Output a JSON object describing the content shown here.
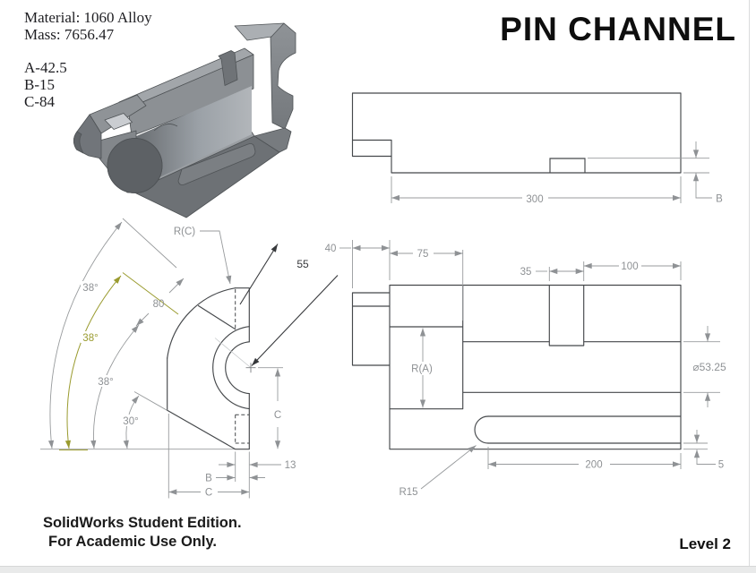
{
  "header": {
    "material": "Material: 1060 Alloy",
    "mass": "Mass: 7656.47",
    "var_a": "A-42.5",
    "var_b": "B-15",
    "var_c": "C-84",
    "title": "PIN CHANNEL"
  },
  "footer": {
    "watermark1": "SolidWorks Student Edition.",
    "watermark2": "For Academic Use Only.",
    "level": "Level 2"
  },
  "colors": {
    "dim_gray": "#8e9194",
    "edge": "#45484b",
    "highlight_olive": "#9a9b2f",
    "selected_dark": "#37393c",
    "render_gray": "#85898d"
  },
  "top_view": {
    "dim_length": "300",
    "dim_b": "B"
  },
  "profile_view": {
    "dim_rc": "R(C)",
    "dim_55": "55",
    "dim_80": "80",
    "angle1": "38°",
    "angle2": "38°",
    "angle3": "38°",
    "angle4": "30°",
    "dim_c_vertical": "C",
    "dim_13": "13",
    "dim_b": "B",
    "dim_c_bottom": "C"
  },
  "front_view": {
    "dim_40": "40",
    "dim_75": "75",
    "dim_35": "35",
    "dim_100": "100",
    "dim_ra": "R(A)",
    "dim_dia": "⌀53.25",
    "dim_200": "200",
    "dim_5": "5",
    "dim_r15": "R15"
  }
}
